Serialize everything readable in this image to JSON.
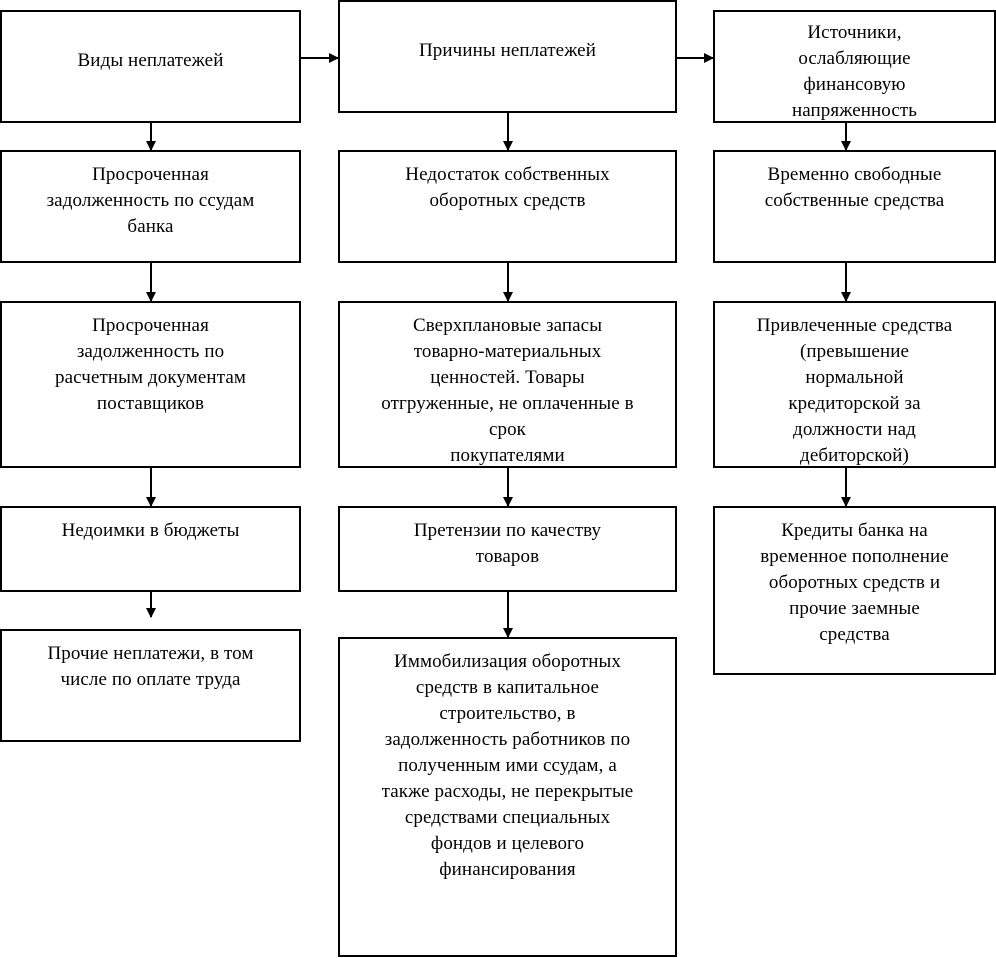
{
  "diagram": {
    "columns": [
      {
        "id": "types",
        "boxes": [
          "Виды неплатежей",
          "Просроченная\nзадолженность по ссудам\nбанка",
          "Просроченная\nзадолженность по\nрасчетным документам\nпоставщиков",
          "Недоимки в бюджеты",
          "Прочие неплатежи, в том\nчисле по оплате труда"
        ]
      },
      {
        "id": "causes",
        "boxes": [
          "Причины неплатежей",
          "Недостаток собственных\nоборотных средств",
          "Сверхплановые запасы\nтоварно-материальных\nценностей. Товары\nотгруженные, не оплаченные в\nсрок\nпокупателями",
          "Претензии по качеству\nтоваров",
          "Иммобилизация оборотных\nсредств в капитальное\nстроительство, в\nзадолженность работников по\nполученным ими ссудам, а\nтакже расходы, не перекрытые\nсредствами специальных\nфондов и целевого\nфинансирования"
        ]
      },
      {
        "id": "sources",
        "boxes": [
          "Источники,\nослабляющие\nфинансовую\nнапряженность",
          "Временно свободные\nсобственные средства",
          "Привлеченные средства\n(превышение\nнормальной\nкредиторской за\nдолжности над\nдебиторской)",
          "Кредиты банка на\nвременное пополнение\nоборотных средств и\nпрочие заемные\nсредства"
        ]
      }
    ]
  }
}
